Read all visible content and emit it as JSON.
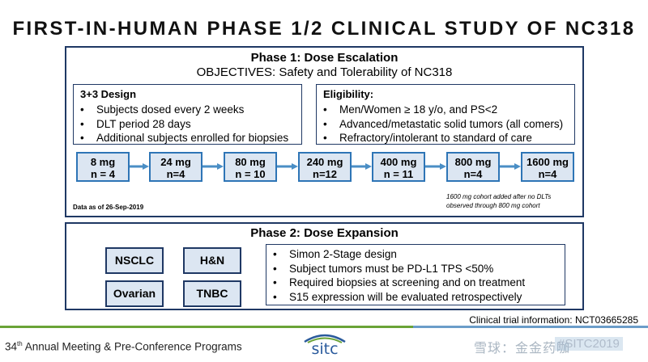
{
  "title": "FIRST-IN-HUMAN PHASE 1/2 CLINICAL STUDY OF NC318",
  "phase1": {
    "heading": "Phase 1: Dose Escalation",
    "objectives": "OBJECTIVES: Safety and Tolerability of NC318",
    "design": {
      "title": "3+3 Design",
      "items": [
        "Subjects dosed every 2 weeks",
        "DLT period 28 days",
        "Additional subjects enrolled for biopsies"
      ]
    },
    "eligibility": {
      "title": "Eligibility:",
      "items": [
        "Men/Women ≥ 18 y/o, and PS<2",
        "Advanced/metastatic solid tumors (all comers)",
        "Refractory/intolerant to standard of care"
      ]
    },
    "doses": [
      {
        "dose": "8 mg",
        "n": "n = 4"
      },
      {
        "dose": "24 mg",
        "n": "n=4"
      },
      {
        "dose": "80 mg",
        "n": "n = 10"
      },
      {
        "dose": "240 mg",
        "n": "n=12"
      },
      {
        "dose": "400 mg",
        "n": "n = 11"
      },
      {
        "dose": "800 mg",
        "n": "n=4"
      },
      {
        "dose": "1600 mg",
        "n": "n=4"
      }
    ],
    "data_date": "Data as of 26-Sep-2019",
    "cohort_note_line1": "1600 mg cohort added after no DLTs",
    "cohort_note_line2": "observed through 800 mg cohort"
  },
  "phase2": {
    "heading": "Phase 2: Dose Expansion",
    "tumors": [
      "NSCLC",
      "H&N",
      "Ovarian",
      "TNBC"
    ],
    "items": [
      "Simon 2-Stage design",
      "Subject tumors must be PD-L1 TPS <50%",
      "Required biopsies at screening and on treatment",
      "S15 expression will be evaluated retrospectively"
    ]
  },
  "trial_info": "Clinical trial information: NCT03665285",
  "footer": {
    "meeting_num": "34",
    "meeting_sup": "th",
    "meeting_text": " Annual Meeting & Pre-Conference Programs",
    "logo": "sitc",
    "watermark": "雪球：金金药咖",
    "hashtag": "#SITC2019"
  },
  "colors": {
    "navy": "#1f3864",
    "step_fill": "#dce6f2",
    "step_border": "#2e75b6",
    "arrow": "#4a8ec5",
    "green": "#6aa337",
    "blue": "#6b9dc9"
  }
}
